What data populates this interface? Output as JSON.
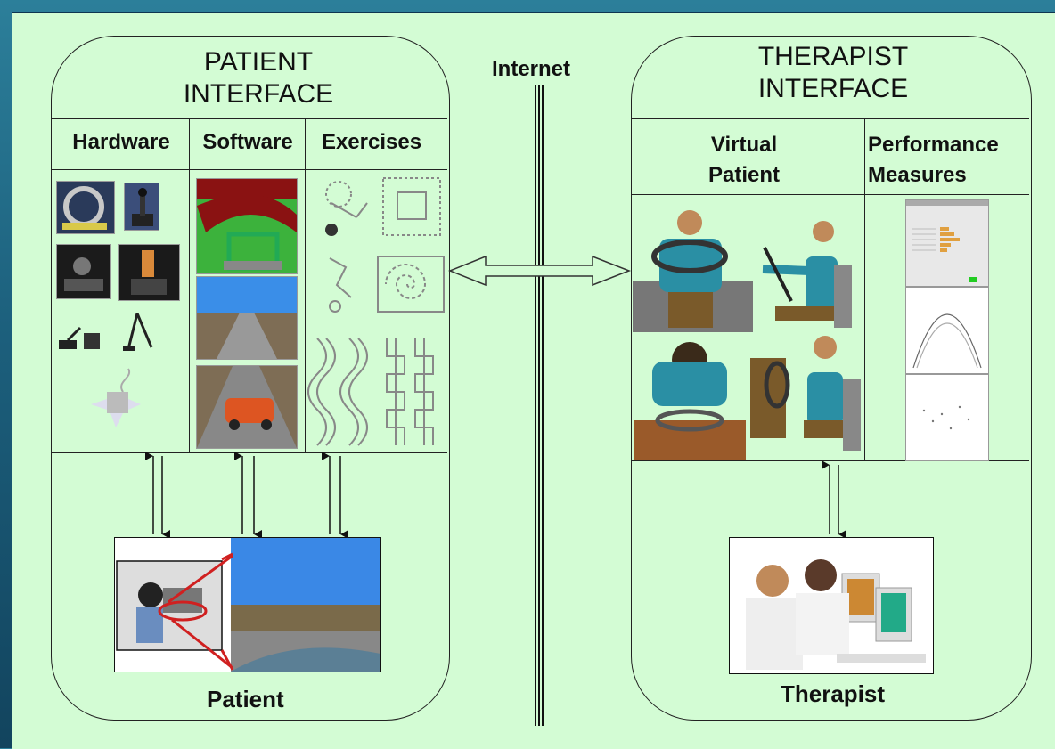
{
  "patient_interface": {
    "title_line1": "PATIENT",
    "title_line2": "INTERFACE",
    "columns": [
      "Hardware",
      "Software",
      "Exercises"
    ],
    "bottom_label": "Patient"
  },
  "therapist_interface": {
    "title_line1": "THERAPIST",
    "title_line2": "INTERFACE",
    "col1_line1": "Virtual",
    "col1_line2": "Patient",
    "col2_line1": "Performance",
    "col2_line2": "Measures",
    "bottom_label": "Therapist"
  },
  "network": {
    "label": "Internet"
  },
  "colors": {
    "panel_bg": "#d3fcd4",
    "frame_bg": "#1c5f7c",
    "line": "#222222"
  }
}
